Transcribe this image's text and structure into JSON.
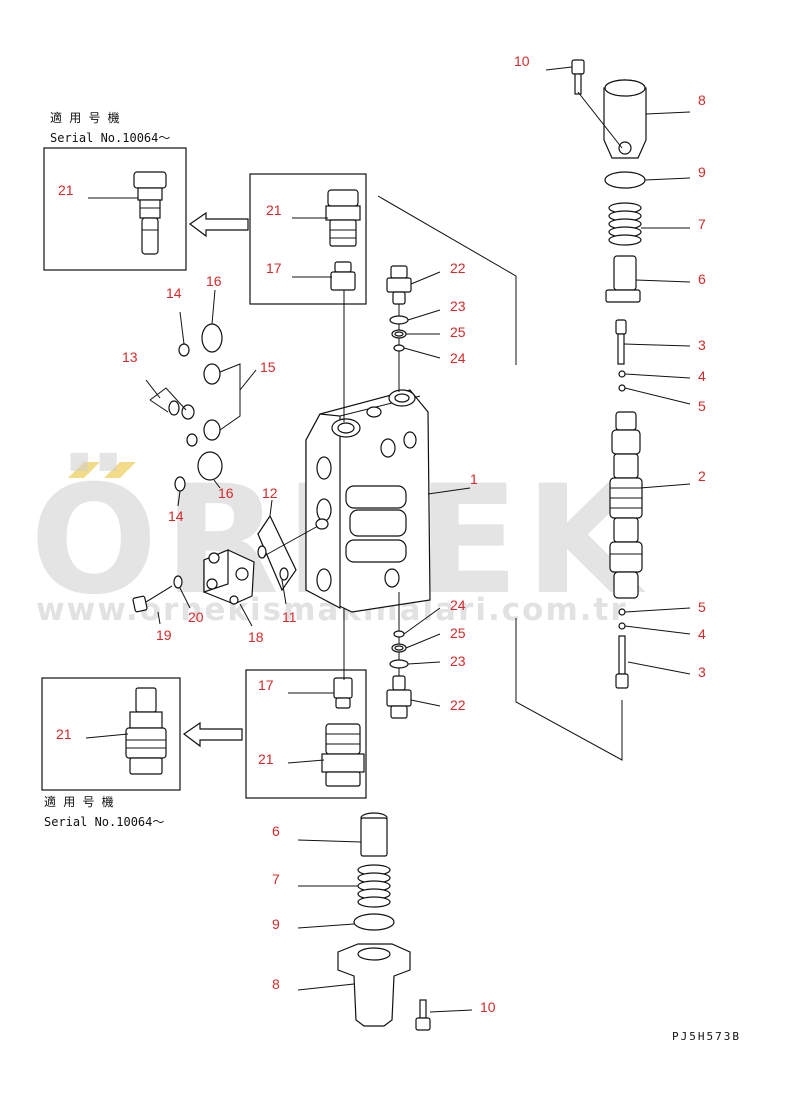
{
  "watermark": {
    "brand": "ÖRNEK",
    "url": "www.ornekismakinalari.com.tr",
    "accent_color": "#f2dc88"
  },
  "notes": {
    "top_applicable": "適 用 号 機",
    "top_serial": "Serial No.10064～",
    "bottom_applicable": "適 用 号 機",
    "bottom_serial": "Serial No.10064～"
  },
  "drawing_code": "PJ5H573B",
  "callouts": {
    "n1": "1",
    "n2": "2",
    "n3a": "3",
    "n3b": "3",
    "n4a": "4",
    "n4b": "4",
    "n5a": "5",
    "n5b": "5",
    "n6a": "6",
    "n6b": "6",
    "n7a": "7",
    "n7b": "7",
    "n8a": "8",
    "n8b": "8",
    "n9a": "9",
    "n9b": "9",
    "n10a": "10",
    "n10b": "10",
    "n11": "11",
    "n12": "12",
    "n13": "13",
    "n14a": "14",
    "n14b": "14",
    "n15": "15",
    "n16a": "16",
    "n16b": "16",
    "n17a": "17",
    "n17b": "17",
    "n18": "18",
    "n19": "19",
    "n20": "20",
    "n21a": "21",
    "n21b": "21",
    "n21c": "21",
    "n21d": "21",
    "n22a": "22",
    "n22b": "22",
    "n23a": "23",
    "n23b": "23",
    "n24a": "24",
    "n24b": "24",
    "n25a": "25",
    "n25b": "25"
  },
  "colors": {
    "callout": "#d42a2a",
    "ink": "#111111"
  }
}
